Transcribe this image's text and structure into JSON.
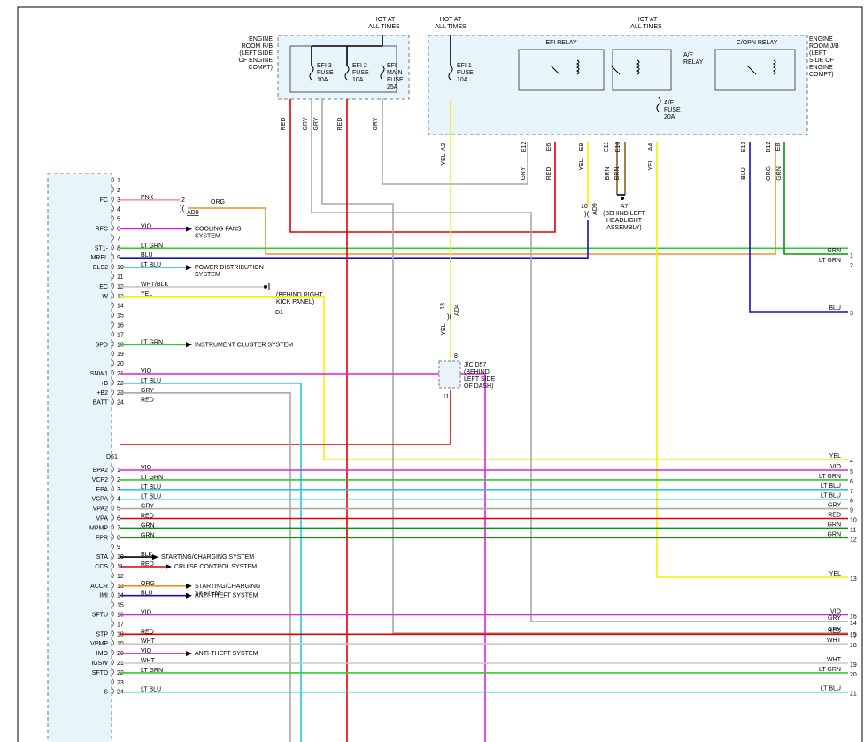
{
  "colors": {
    "RED": "#e00000",
    "GRY": "#a8a8a8",
    "YEL": "#f2f200",
    "GRN": "#009900",
    "LTGRN": "#2ecc2e",
    "BLU": "#1010c8",
    "LTBLU": "#28c8f0",
    "VIO": "#e020e0",
    "ORG": "#f09020",
    "PNK": "#ff90b0",
    "WHT": "#c8c8c8",
    "BRN": "#8a6414",
    "BLK": "#000000",
    "box": "#e8f4fc",
    "dash": "#7a7a7a"
  },
  "boxes": {
    "room_rb": [
      "ENGINE",
      "ROOM R/B",
      "(LEFT SIDE",
      "OF ENGINE",
      "COMPT)"
    ],
    "room_jb": [
      "ENGINE",
      "ROOM J/B",
      "(LEFT",
      "SIDE OF",
      "ENGINE",
      "COMPT)"
    ],
    "hot1": [
      "HOT AT",
      "ALL TIMES"
    ],
    "hot2": [
      "HOT AT",
      "ALL TIMES"
    ],
    "hot3": [
      "HOT AT",
      "ALL TIMES"
    ],
    "efi3": [
      "EFI 3",
      "FUSE",
      "10A"
    ],
    "efi2": [
      "EFI 2",
      "FUSE",
      "10A"
    ],
    "efimain": [
      "EFI",
      "MAIN",
      "FUSE",
      "25A"
    ],
    "efi1": [
      "EFI 1",
      "FUSE",
      "10A"
    ],
    "efi_relay": "EFI RELAY",
    "af_relay": [
      "A/F",
      "RELAY"
    ],
    "af_fuse": [
      "A/F",
      "FUSE",
      "20A"
    ],
    "copn_relay": "C/OPN RELAY"
  },
  "connectors": {
    "a2": "A2",
    "a4": "A4",
    "e12": "E12",
    "e6": "E6",
    "e9": "E9",
    "e11": "E11",
    "e10": "E10",
    "e13": "E13",
    "d12": "D12",
    "e8": "E8",
    "ad9": "AD9",
    "ad9_pin": "2",
    "ad9r": "AD9",
    "ad9r_pin": "10",
    "ad4": "AD4",
    "ad4_pin": "13",
    "d57_top": "8",
    "d57_bot": "11",
    "d61": "D61"
  },
  "top_wires": {
    "red1": "RED",
    "gry1": "GRY",
    "gry2": "GRY",
    "red2": "RED",
    "gry3": "GRY",
    "yel1": "YEL",
    "gry4": "GRY",
    "red3": "RED",
    "yel2": "YEL",
    "brn1": "BRN",
    "brn2": "BRN",
    "yel3": "YEL",
    "blu": "BLU",
    "org": "ORG",
    "grn": "GRN",
    "ad4_yel": "YEL"
  },
  "grounds": {
    "a7": [
      "A7",
      "(BEHIND LEFT",
      "HEADLIGHT",
      "ASSEMBLY)"
    ],
    "d1_note": [
      "(BEHIND RIGHT",
      "KICK PANEL)"
    ],
    "d1": "D1"
  },
  "jc": [
    "J/C D57",
    "(BEHIND",
    "LEFT SIDE",
    "OF DASH)"
  ],
  "ecm_rows": [
    {
      "pin": "1",
      "sig": "",
      "wire": "",
      "color": "",
      "dest": "",
      "rno": ""
    },
    {
      "pin": "2",
      "sig": "",
      "wire": "",
      "color": "",
      "dest": "",
      "rno": ""
    },
    {
      "pin": "3",
      "sig": "FC",
      "wire": "PNK",
      "color": "PNK",
      "dest": "",
      "rno": ""
    },
    {
      "pin": "4",
      "sig": "",
      "wire": "",
      "color": "",
      "dest": "",
      "rno": ""
    },
    {
      "pin": "5",
      "sig": "",
      "wire": "",
      "color": "",
      "dest": "",
      "rno": ""
    },
    {
      "pin": "6",
      "sig": "RFC",
      "wire": "VIO",
      "color": "VIO",
      "dest": "COOLING FANS|SYSTEM",
      "rno": ""
    },
    {
      "pin": "7",
      "sig": "",
      "wire": "",
      "color": "",
      "dest": "",
      "rno": ""
    },
    {
      "pin": "8",
      "sig": "ST1-",
      "wire": "LT GRN",
      "color": "LTGRN",
      "dest": "",
      "rno": "2"
    },
    {
      "pin": "9",
      "sig": "MREL",
      "wire": "BLU",
      "color": "BLU",
      "dest": "",
      "rno": ""
    },
    {
      "pin": "10",
      "sig": "ELS2",
      "wire": "LT BLU",
      "color": "LTBLU",
      "dest": "POWER DISTRIBUTION|SYSTEM",
      "rno": ""
    },
    {
      "pin": "11",
      "sig": "",
      "wire": "",
      "color": "",
      "dest": "",
      "rno": ""
    },
    {
      "pin": "12",
      "sig": "EC",
      "wire": "WHT/BLK",
      "color": "WHT",
      "dest": "",
      "rno": ""
    },
    {
      "pin": "13",
      "sig": "W",
      "wire": "YEL",
      "color": "YEL",
      "dest": "",
      "rno": ""
    },
    {
      "pin": "14",
      "sig": "",
      "wire": "",
      "color": "",
      "dest": "",
      "rno": ""
    },
    {
      "pin": "15",
      "sig": "",
      "wire": "",
      "color": "",
      "dest": "",
      "rno": ""
    },
    {
      "pin": "16",
      "sig": "",
      "wire": "",
      "color": "",
      "dest": "",
      "rno": ""
    },
    {
      "pin": "17",
      "sig": "",
      "wire": "",
      "color": "",
      "dest": "",
      "rno": ""
    },
    {
      "pin": "18",
      "sig": "SPD",
      "wire": "LT GRN",
      "color": "LTGRN",
      "dest": "INSTRUMENT CLUSTER SYSTEM",
      "rno": ""
    },
    {
      "pin": "19",
      "sig": "",
      "wire": "",
      "color": "",
      "dest": "",
      "rno": ""
    },
    {
      "pin": "20",
      "sig": "",
      "wire": "",
      "color": "",
      "dest": "",
      "rno": ""
    },
    {
      "pin": "21",
      "sig": "SNW1",
      "wire": "VIO",
      "color": "VIO",
      "dest": "",
      "rno": ""
    },
    {
      "pin": "22",
      "sig": "+B",
      "wire": "LT BLU",
      "color": "LTBLU",
      "dest": "",
      "rno": ""
    },
    {
      "pin": "23",
      "sig": "+B2",
      "wire": "GRY",
      "color": "GRY",
      "dest": "",
      "rno": ""
    },
    {
      "pin": "24",
      "sig": "BATT",
      "wire": "RED",
      "color": "RED",
      "dest": "",
      "rno": ""
    },
    {
      "pin": "1",
      "sig": "EPA2",
      "wire": "VIO",
      "color": "VIO",
      "dest": "",
      "rno": "5",
      "rlabel": "VIO"
    },
    {
      "pin": "2",
      "sig": "VCP2",
      "wire": "LT GRN",
      "color": "LTGRN",
      "dest": "",
      "rno": "6",
      "rlabel": "LT GRN"
    },
    {
      "pin": "3",
      "sig": "EPA",
      "wire": "LT BLU",
      "color": "LTBLU",
      "dest": "",
      "rno": "7",
      "rlabel": "LT BLU"
    },
    {
      "pin": "4",
      "sig": "VCPA",
      "wire": "LT BLU",
      "color": "LTBLU",
      "dest": "",
      "rno": "8",
      "rlabel": "LT BLU"
    },
    {
      "pin": "5",
      "sig": "VPA2",
      "wire": "GRY",
      "color": "GRY",
      "dest": "",
      "rno": "9",
      "rlabel": "GRY"
    },
    {
      "pin": "6",
      "sig": "VPA",
      "wire": "RED",
      "color": "RED",
      "dest": "",
      "rno": "10",
      "rlabel": "RED"
    },
    {
      "pin": "7",
      "sig": "MPMP",
      "wire": "GRN",
      "color": "GRN",
      "dest": "",
      "rno": "11",
      "rlabel": "GRN"
    },
    {
      "pin": "8",
      "sig": "FPR",
      "wire": "GRN",
      "color": "GRN",
      "dest": "",
      "rno": "12",
      "rlabel": "GRN"
    },
    {
      "pin": "9",
      "sig": "",
      "wire": "",
      "color": "",
      "dest": "",
      "rno": ""
    },
    {
      "pin": "10",
      "sig": "STA",
      "wire": "BLK",
      "color": "BLK",
      "dest": "STARTING/CHARGING SYSTEM",
      "rno": ""
    },
    {
      "pin": "11",
      "sig": "CCS",
      "wire": "RED",
      "color": "RED",
      "dest": "CRUISE CONTROL SYSTEM",
      "rno": ""
    },
    {
      "pin": "12",
      "sig": "",
      "wire": "",
      "color": "",
      "dest": "",
      "rno": ""
    },
    {
      "pin": "13",
      "sig": "ACCR",
      "wire": "ORG",
      "color": "ORG",
      "dest": "STARTING/CHARGING|SYSTEM",
      "rno": ""
    },
    {
      "pin": "14",
      "sig": "IMI",
      "wire": "BLU",
      "color": "BLU",
      "dest": "ANTI-THEFT SYSTEM",
      "rno": ""
    },
    {
      "pin": "15",
      "sig": "",
      "wire": "",
      "color": "",
      "dest": "",
      "rno": ""
    },
    {
      "pin": "16",
      "sig": "SFTU",
      "wire": "VIO",
      "color": "VIO",
      "dest": "",
      "rno": "16",
      "rlabel": "VIO"
    },
    {
      "pin": "17",
      "sig": "",
      "wire": "",
      "color": "",
      "dest": "",
      "rno": ""
    },
    {
      "pin": "18",
      "sig": "STP",
      "wire": "RED",
      "color": "RED",
      "dest": "",
      "rno": "17",
      "rlabel": "RED"
    },
    {
      "pin": "19",
      "sig": "VPMP",
      "wire": "WHT",
      "color": "WHT",
      "dest": "",
      "rno": "18",
      "rlabel": "WHT"
    },
    {
      "pin": "20",
      "sig": "IMO",
      "wire": "VIO",
      "color": "VIO",
      "dest": "ANTI-THEFT SYSTEM",
      "rno": ""
    },
    {
      "pin": "21",
      "sig": "IGSW",
      "wire": "WHT",
      "color": "WHT",
      "dest": "",
      "rno": "19",
      "rlabel": "WHT"
    },
    {
      "pin": "22",
      "sig": "SFTD",
      "wire": "LT GRN",
      "color": "LTGRN",
      "dest": "",
      "rno": "20",
      "rlabel": "LT GRN"
    },
    {
      "pin": "23",
      "sig": "",
      "wire": "",
      "color": "",
      "dest": "",
      "rno": ""
    },
    {
      "pin": "24",
      "sig": "S",
      "wire": "LT BLU",
      "color": "LTBLU",
      "dest": "",
      "rno": "21",
      "rlabel": "LT BLU"
    }
  ],
  "right_labels": [
    {
      "t": "GRN",
      "n": "1"
    },
    {
      "t": "LT GRN",
      "n": "2"
    },
    {
      "t": "BLU",
      "n": "3"
    },
    {
      "t": "YEL",
      "n": "4"
    },
    {
      "t": "YEL",
      "n": "13"
    },
    {
      "t": "GRY",
      "n": "14"
    },
    {
      "t": "GRY",
      "n": "15"
    }
  ],
  "fc_out": "ORG"
}
